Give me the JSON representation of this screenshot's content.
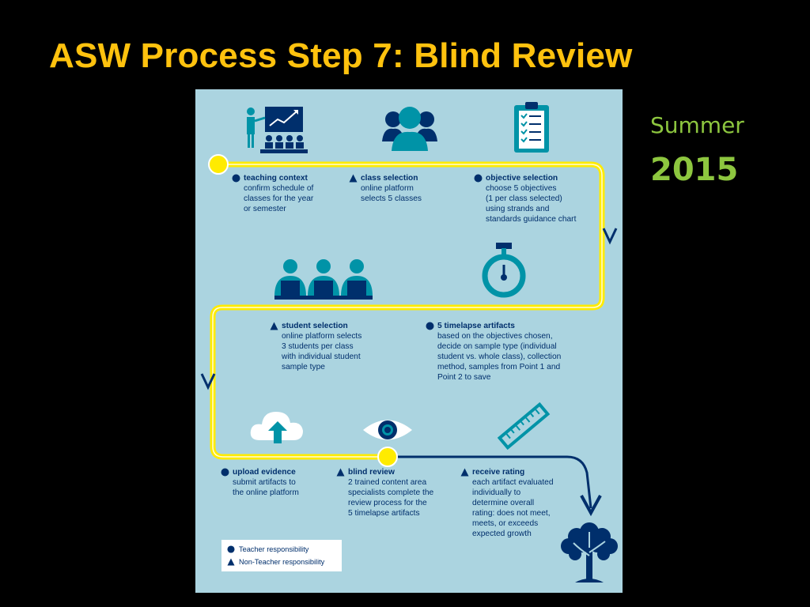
{
  "slide": {
    "title": "ASW Process Step 7: Blind Review",
    "season": "Summer",
    "year": "2015"
  },
  "colors": {
    "navy": "#002F6C",
    "teal": "#0093A7",
    "yellow": "#FFEB00",
    "panel": "#ABD4E0",
    "title": "#FFC20E",
    "accent_green": "#8DC63F"
  },
  "steps": [
    {
      "id": "teaching_context",
      "marker": "circle",
      "title": "teaching context",
      "desc": "confirm schedule of\nclasses for the year\nor semester",
      "icon": "teacher-presentation-icon"
    },
    {
      "id": "class_selection",
      "marker": "triangle",
      "title": "class selection",
      "desc": "online platform\nselects 5 classes",
      "icon": "group-people-icon"
    },
    {
      "id": "objective_selection",
      "marker": "circle",
      "title": "objective selection",
      "desc": "choose 5 objectives\n(1 per class selected)\nusing strands and\nstandards guidance chart",
      "icon": "clipboard-checklist-icon"
    },
    {
      "id": "student_selection",
      "marker": "triangle",
      "title": "student selection",
      "desc": "online platform selects\n3 students per class\nwith individual student\nsample type",
      "icon": "three-students-icon"
    },
    {
      "id": "timelapse_artifacts",
      "marker": "circle",
      "title": "5 timelapse artifacts",
      "desc": "based on the objectives chosen,\ndecide on sample type (individual\nstudent vs. whole class), collection\nmethod, samples from Point 1 and\nPoint 2 to save",
      "icon": "stopwatch-icon"
    },
    {
      "id": "upload_evidence",
      "marker": "circle",
      "title": "upload evidence",
      "desc": "submit artifacts to\nthe online platform",
      "icon": "cloud-upload-icon"
    },
    {
      "id": "blind_review",
      "marker": "triangle",
      "title": "blind review",
      "desc": "2 trained content area\nspecialists complete the\nreview process for the\n5 timelapse artifacts",
      "icon": "eye-icon"
    },
    {
      "id": "receive_rating",
      "marker": "triangle",
      "title": "receive rating",
      "desc": "each artifact evaluated\nindividually to\ndetermine overall\nrating: does not meet,\nmeets, or exceeds\nexpected growth",
      "icon": "ruler-icon"
    }
  ],
  "legend": {
    "teacher": "Teacher responsibility",
    "non_teacher": "Non-Teacher responsibility"
  }
}
